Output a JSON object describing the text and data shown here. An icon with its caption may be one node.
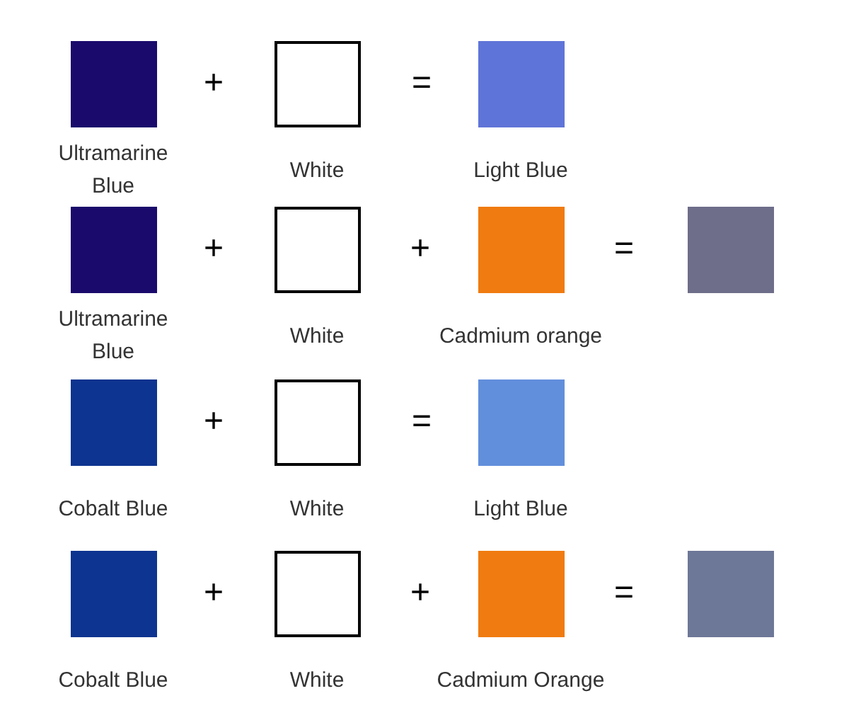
{
  "diagram": {
    "nodes": [
      {
        "text": [
          "Ultramarine Blue"
        ]
      },
      {
        "text": [
          "White"
        ]
      },
      {
        "text": [
          "Light Blue"
        ]
      },
      {
        "text": [
          "Ultramarine Blue"
        ]
      },
      {
        "text": [
          "White"
        ]
      },
      {
        "text": [
          "Cadmium orange"
        ]
      },
      {
        "text": [],
        "shape": "box"
      },
      {
        "text": [
          "Cobalt Blue"
        ]
      },
      {
        "text": [
          "White"
        ]
      },
      {
        "text": [
          "Light Blue"
        ]
      },
      {
        "text": [
          "Cobalt Blue"
        ]
      },
      {
        "text": [
          "White"
        ]
      },
      {
        "text": [
          "Cadmium Orange"
        ]
      },
      {
        "text": [],
        "shape": "box"
      }
    ],
    "labels": [
      "+",
      "=",
      "+",
      "+",
      "=",
      "+",
      "=",
      "+",
      "+",
      "="
    ]
  }
}
